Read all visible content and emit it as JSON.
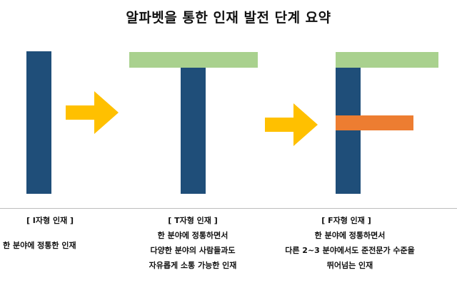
{
  "title": "알파벳을 통한 인재 발전 단계 요약",
  "colors": {
    "stem": "#1f4e79",
    "top_bar": "#a9d18e",
    "mid_bar": "#ed7d31",
    "arrow": "#ffc000"
  },
  "stages": [
    {
      "label": "[ I자형 인재 ]",
      "lines": [
        "한 분야에 정통한 인재"
      ]
    },
    {
      "label": "[ T자형 인재 ]",
      "lines": [
        "한 분야에 정통하면서",
        "다양한 분야의 사람들과도",
        "자유롭게 소통 가능한 인재"
      ]
    },
    {
      "label": "[ F자형 인재 ]",
      "lines": [
        "한 분야에 정통하면서",
        "다른 2~3 분야에서도 준전문가 수준을",
        "뛰어넘는 인재"
      ]
    }
  ]
}
